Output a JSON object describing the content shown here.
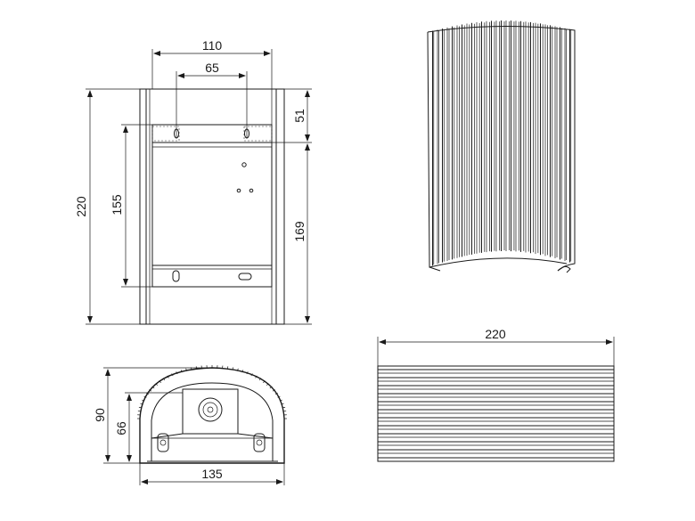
{
  "colors": {
    "line": "#1a1a1a",
    "background": "#ffffff"
  },
  "front_view": {
    "dim_top_width": "110",
    "dim_hole_spacing": "65",
    "dim_total_height": "220",
    "dim_inner_height": "155",
    "dim_top_offset": "51",
    "dim_lower_height": "169"
  },
  "bottom_view": {
    "dim_total_depth": "90",
    "dim_inner_depth": "66",
    "dim_width": "135"
  },
  "side_view": {
    "dim_length": "220"
  }
}
